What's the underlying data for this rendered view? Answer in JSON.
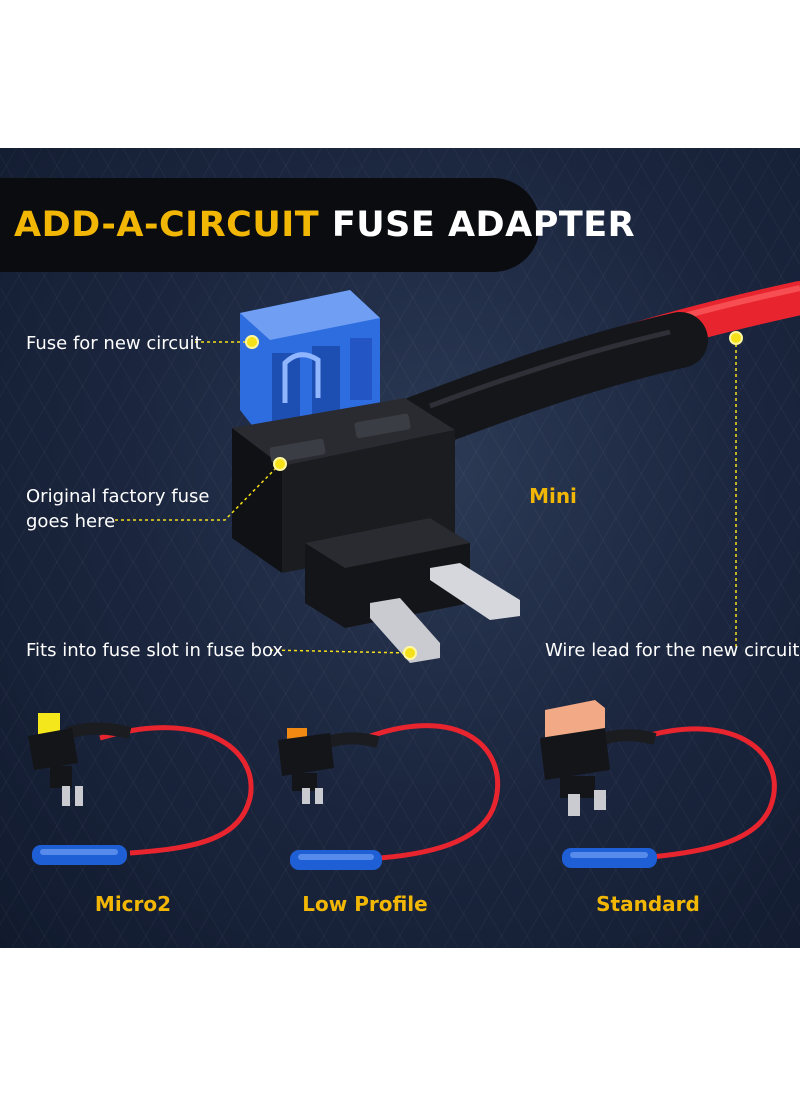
{
  "title": {
    "accent": "ADD-A-CIRCUIT",
    "rest": "FUSE ADAPTER"
  },
  "callouts": {
    "fuse_new_circuit": "Fuse for new circuit",
    "original_fuse_line1": "Original factory fuse",
    "original_fuse_line2": "goes here",
    "fits_slot": "Fits into fuse slot in fuse box",
    "wire_lead": "Wire lead for the new circuit"
  },
  "main_variant": "Mini",
  "variants": [
    {
      "name": "Micro2",
      "fuse_color": "#f4e81c"
    },
    {
      "name": "Low Profile",
      "fuse_color": "#f08a12"
    },
    {
      "name": "Standard",
      "fuse_color": "#f2a986"
    }
  ],
  "colors": {
    "accent": "#f2b705",
    "wire_red": "#e8252f",
    "connector_blue": "#1f5fd6",
    "main_fuse_blue": "#2e6de0",
    "callout_dot": "#f5e11a"
  }
}
